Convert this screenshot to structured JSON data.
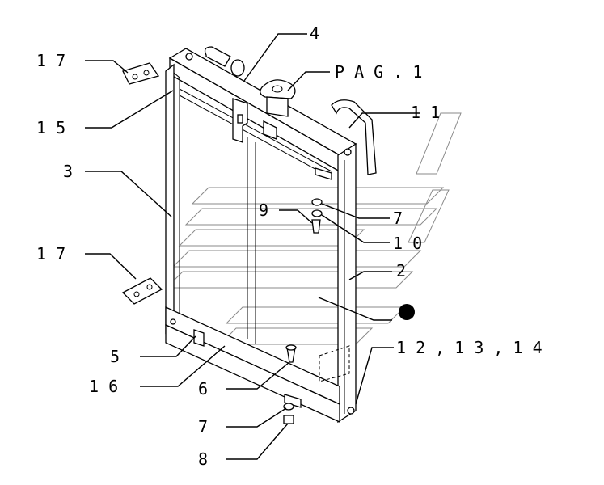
{
  "callouts": {
    "c17_top": "1 7",
    "c15": "1 5",
    "c3": "3",
    "c17_mid": "1 7",
    "c5": "5",
    "c16": "1 6",
    "c6": "6",
    "c7_bottom": "7",
    "c8": "8",
    "c4": "4",
    "pag1": "P A G . 1",
    "c11": "1 1",
    "c9": "9",
    "c7_right": "7",
    "c10": "1 0",
    "c2": "2",
    "c12_13_14": "1 2 ,   1 3 , 1 4"
  },
  "colors": {
    "line": "#000000",
    "watermark": "#8a8a8a",
    "background": "#ffffff"
  }
}
